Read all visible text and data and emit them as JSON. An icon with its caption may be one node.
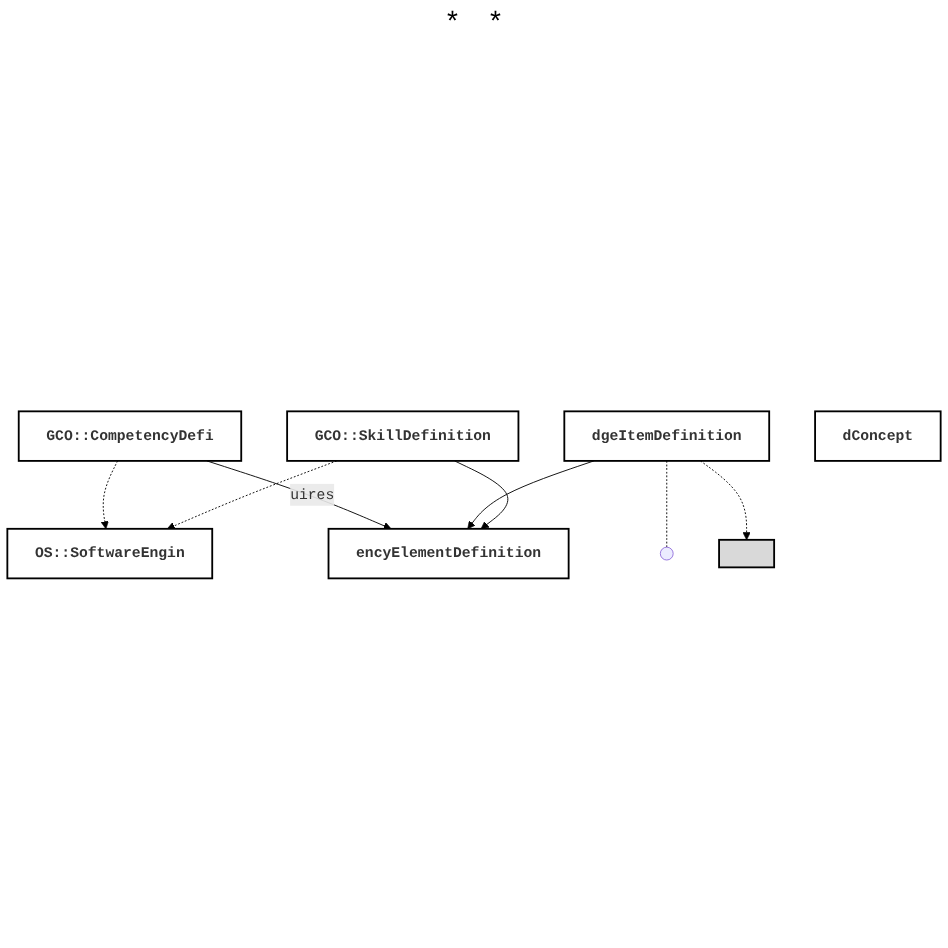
{
  "diagram": {
    "nodes": [
      {
        "text": [
          "GCO::CompetencyDefi"
        ]
      },
      {
        "text": [
          "encyElementDefinition"
        ]
      },
      {
        "text": [
          "OS::SoftwareEngin"
        ]
      },
      {
        "text": [
          "dgeItemDefinition"
        ]
      },
      {
        "text": [
          "GCO::SkillDefinition"
        ]
      },
      {
        "text": [
          "dConcept"
        ]
      },
      {
        "text": [],
        "shape": "box"
      }
    ],
    "edges": [
      {
        "from": 0,
        "to": 1,
        "arrow": "to",
        "label": "uires"
      },
      {
        "from": 0,
        "to": 2,
        "arrow": "to",
        "style": "dashed"
      },
      {
        "from": 3,
        "to": 1,
        "arrow": "to"
      },
      {
        "from": 4,
        "to": 1,
        "arrow": "to"
      },
      {
        "from": 4,
        "to": 2,
        "arrow": "to",
        "style": "dashed"
      },
      {
        "from": 3,
        "to": 6,
        "arrow": "to",
        "style": "dashed"
      },
      {
        "from": 3,
        "to": null,
        "arrow": "none",
        "style": "dashed"
      }
    ],
    "labels": [
      "*",
      "*"
    ]
  }
}
